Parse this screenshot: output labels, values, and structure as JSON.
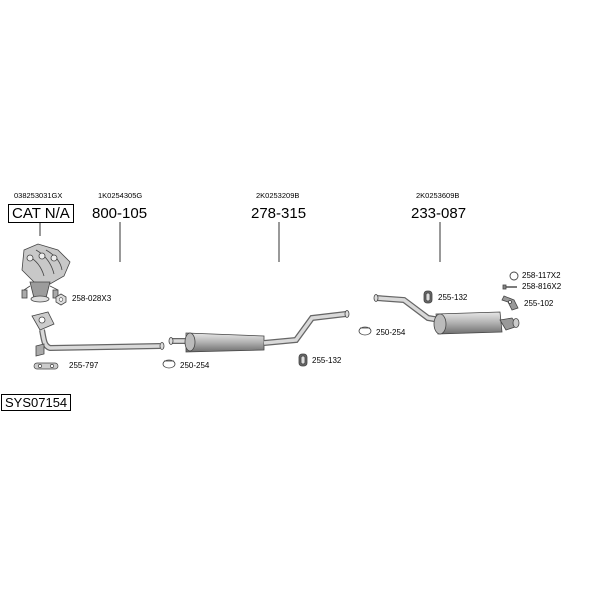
{
  "diagram": {
    "system_id": "SYS07154",
    "sections": [
      {
        "oem_ref": "038253031GX",
        "part_no": "CAT N/A"
      },
      {
        "oem_ref": "1K0254305G",
        "part_no": "800-105"
      },
      {
        "oem_ref": "2K0253209B",
        "part_no": "278-315"
      },
      {
        "oem_ref": "2K0253609B",
        "part_no": "233-087"
      }
    ],
    "accessories": [
      {
        "code": "258-028X3"
      },
      {
        "code": "255-797"
      },
      {
        "code": "250-254"
      },
      {
        "code": "255-132"
      },
      {
        "code": "250-254"
      },
      {
        "code": "255-132"
      },
      {
        "code": "258-117X2"
      },
      {
        "code": "258-816X2"
      },
      {
        "code": "255-102"
      }
    ],
    "colors": {
      "line": "#555555",
      "fill": "#bdbdbd",
      "shade": "#8a8a8a"
    }
  }
}
